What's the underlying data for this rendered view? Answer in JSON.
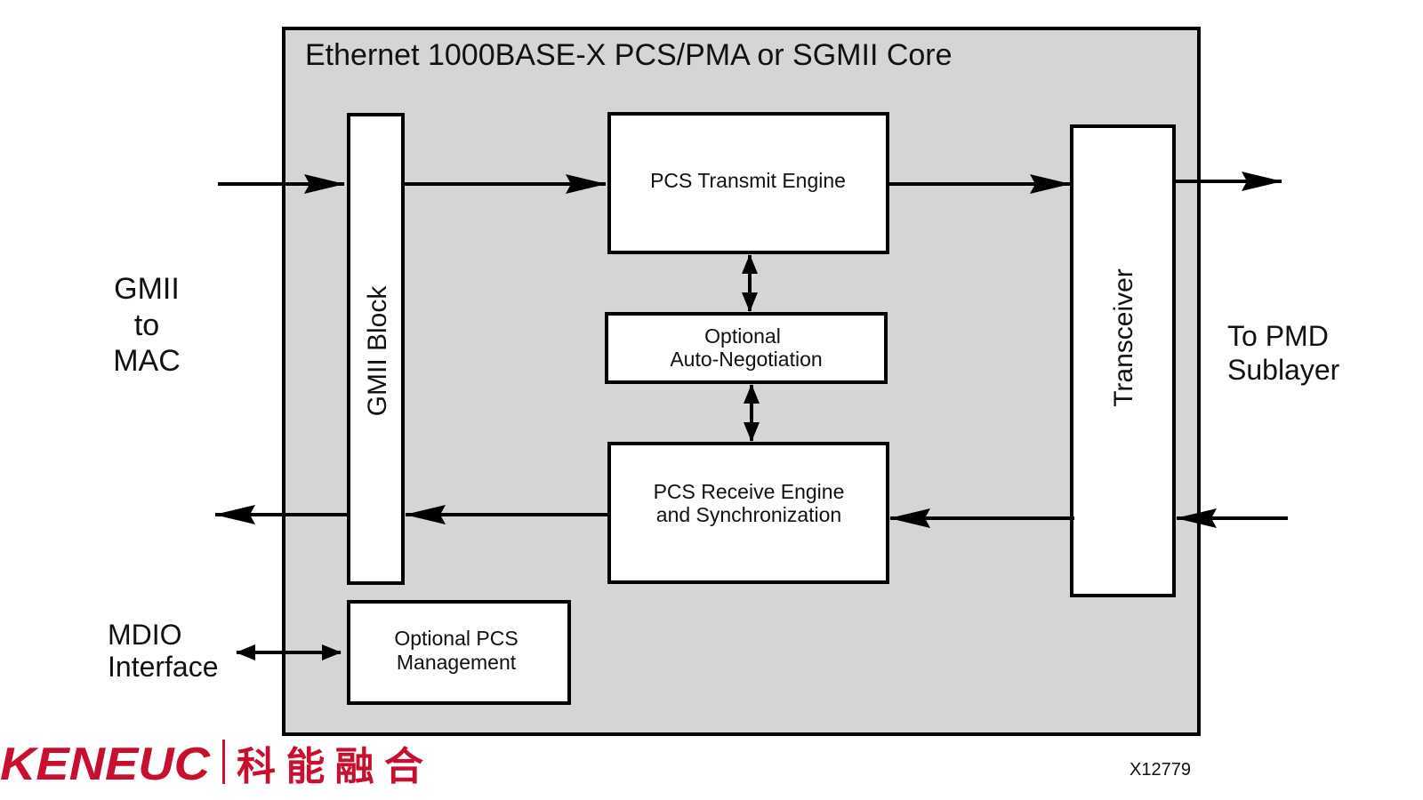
{
  "title": "Ethernet 1000BASE-X PCS/PMA or SGMII Core",
  "blocks": {
    "gmii_block": "GMII Block",
    "transmit": "PCS Transmit Engine",
    "autoneg": [
      "Optional",
      "Auto-Negotiation"
    ],
    "receive": [
      "PCS Receive Engine",
      "and Synchronization"
    ],
    "transceiver": "Transceiver",
    "management": [
      "Optional PCS",
      "Management"
    ]
  },
  "labels": {
    "gmii": [
      "GMII",
      "to",
      "MAC"
    ],
    "pmd": [
      "To PMD",
      "Sublayer"
    ],
    "mdio": [
      "MDIO",
      "Interface"
    ]
  },
  "figure_id": "X12779",
  "logo": {
    "brand": "KENEUC",
    "chinese": "科能融合",
    "color": "#c8102e"
  },
  "colors": {
    "core_bg": "#d4d5d7",
    "line": "#000000"
  }
}
